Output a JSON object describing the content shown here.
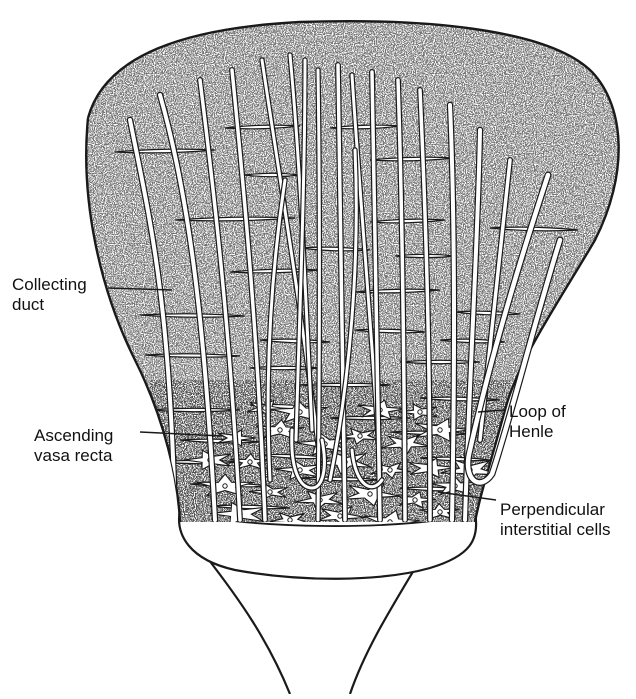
{
  "labels": {
    "collecting_duct": {
      "line1": "Collecting",
      "line2": "duct"
    },
    "ascending_vasa_recta": {
      "line1": "Ascending",
      "line2": "vasa recta"
    },
    "loop_of_henle": {
      "line1": "Loop of",
      "line2": "Henle"
    },
    "interstitial_cells": {
      "line1": "Perpendicular",
      "line2": "interstitial cells"
    }
  },
  "colors": {
    "ink": "#1a1a1a",
    "paper": "#ffffff",
    "stipple": "#9a9a9a"
  }
}
